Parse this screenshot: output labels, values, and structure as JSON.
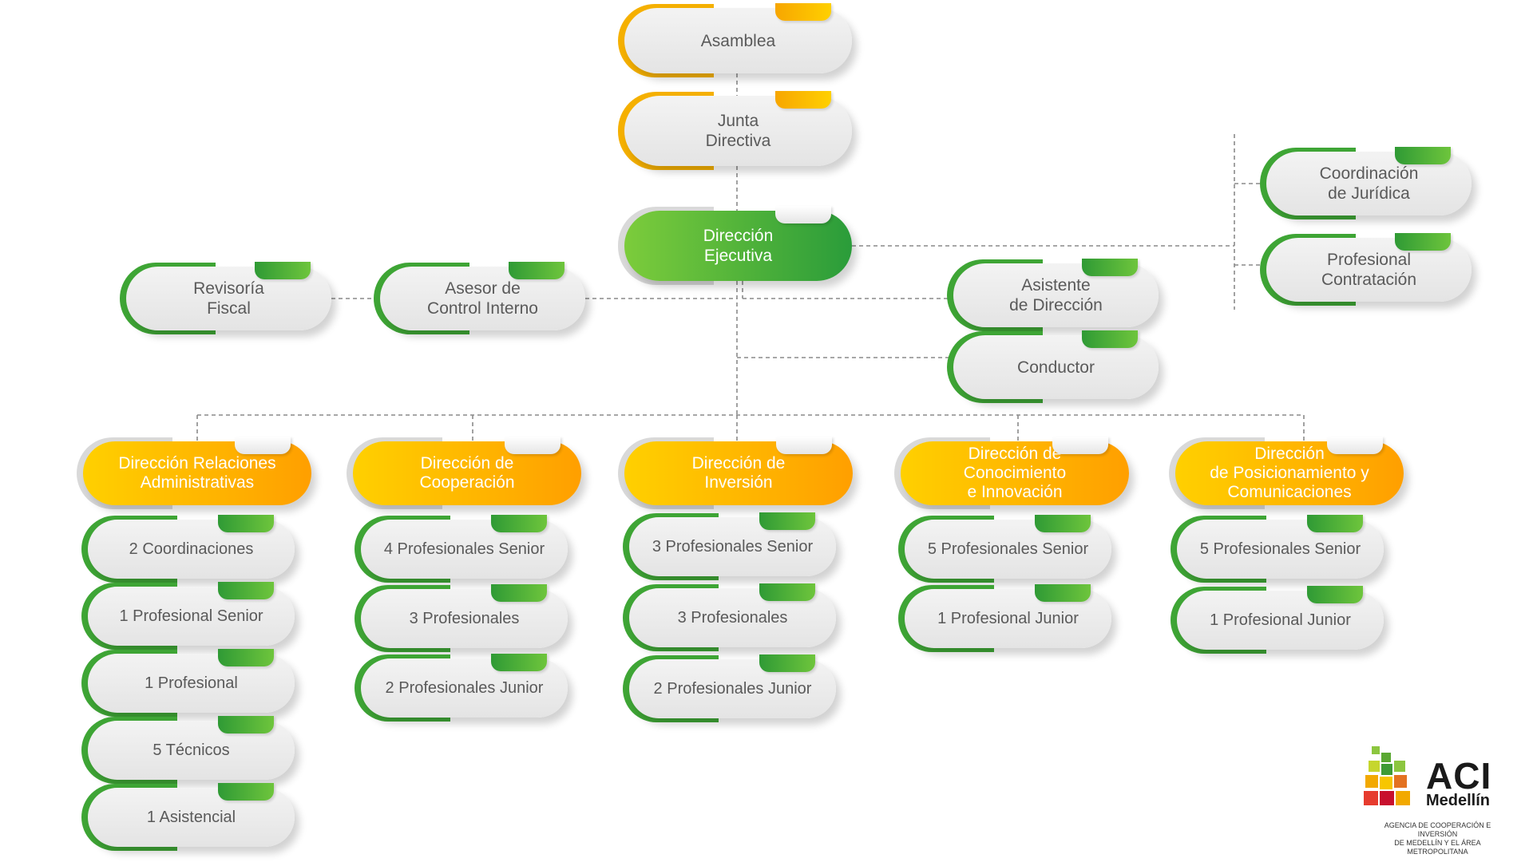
{
  "nodes": {
    "asamblea": "Asamblea",
    "junta": "Junta\nDirectiva",
    "direccion_ejecutiva": "Dirección\nEjecutiva",
    "revisoria": "Revisoría\nFiscal",
    "asesor": "Asesor de\nControl Interno",
    "asistente": "Asistente\nde Dirección",
    "conductor": "Conductor",
    "coord_juridica": "Coordinación\nde Jurídica",
    "prof_contratacion": "Profesional\nContratación"
  },
  "departments": [
    {
      "title": "Dirección Relaciones\nAdministrativas",
      "staff": [
        "2 Coordinaciones",
        "1 Profesional Senior",
        "1 Profesional",
        "5 Técnicos",
        "1 Asistencial"
      ]
    },
    {
      "title": "Dirección de\nCooperación",
      "staff": [
        "4 Profesionales Senior",
        "3 Profesionales",
        "2 Profesionales Junior"
      ]
    },
    {
      "title": "Dirección de\nInversión",
      "staff": [
        "3 Profesionales Senior",
        "3 Profesionales",
        "2 Profesionales Junior"
      ]
    },
    {
      "title": "Dirección de\nConocimiento\ne Innovación",
      "staff": [
        "5 Profesionales Senior",
        "1 Profesional Junior"
      ]
    },
    {
      "title": "Dirección\nde Posicionamiento y\nComunicaciones",
      "staff": [
        "5 Profesionales Senior",
        "1 Profesional Junior"
      ]
    }
  ],
  "logo": {
    "brand": "ACI",
    "city": "Medellín",
    "subtitle": "AGENCIA DE COOPERACIÓN E INVERSIÓN\nDE MEDELLÍN Y EL ÁREA METROPOLITANA"
  },
  "colors": {
    "green": "#3ea535",
    "orange": "#f5b000",
    "line": "#8a8a8a"
  }
}
